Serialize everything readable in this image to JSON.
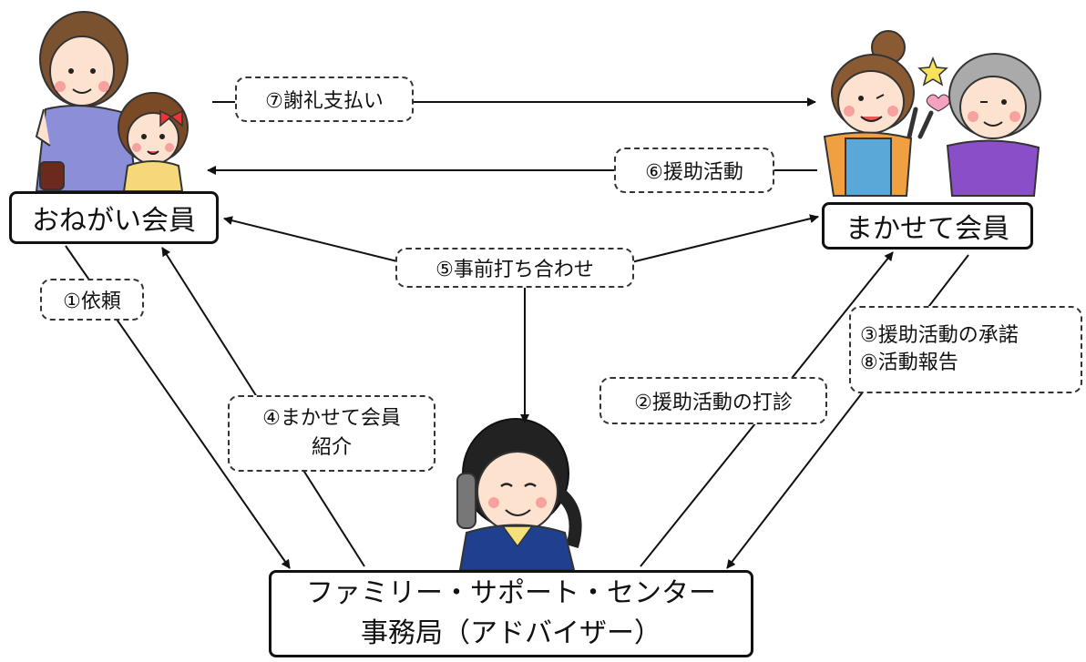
{
  "nodes": {
    "onegai": "おねがい会員",
    "makasete": "まかせて会員",
    "center_line1": "ファミリー・サポート・センター",
    "center_line2": "事務局（アドバイザー）"
  },
  "labels": {
    "step1": "①依頼",
    "step2": "②援助活動の打診",
    "step3": "③援助活動の承諾",
    "step8": "⑧活動報告",
    "step4_line1": "④まかせて会員",
    "step4_line2": "紹介",
    "step5": "⑤事前打ち合わせ",
    "step6": "⑥援助活動",
    "step7": "⑦謝礼支払い"
  },
  "colors": {
    "line": "#111111",
    "box_border": "#111111",
    "tag_border": "#333333"
  }
}
